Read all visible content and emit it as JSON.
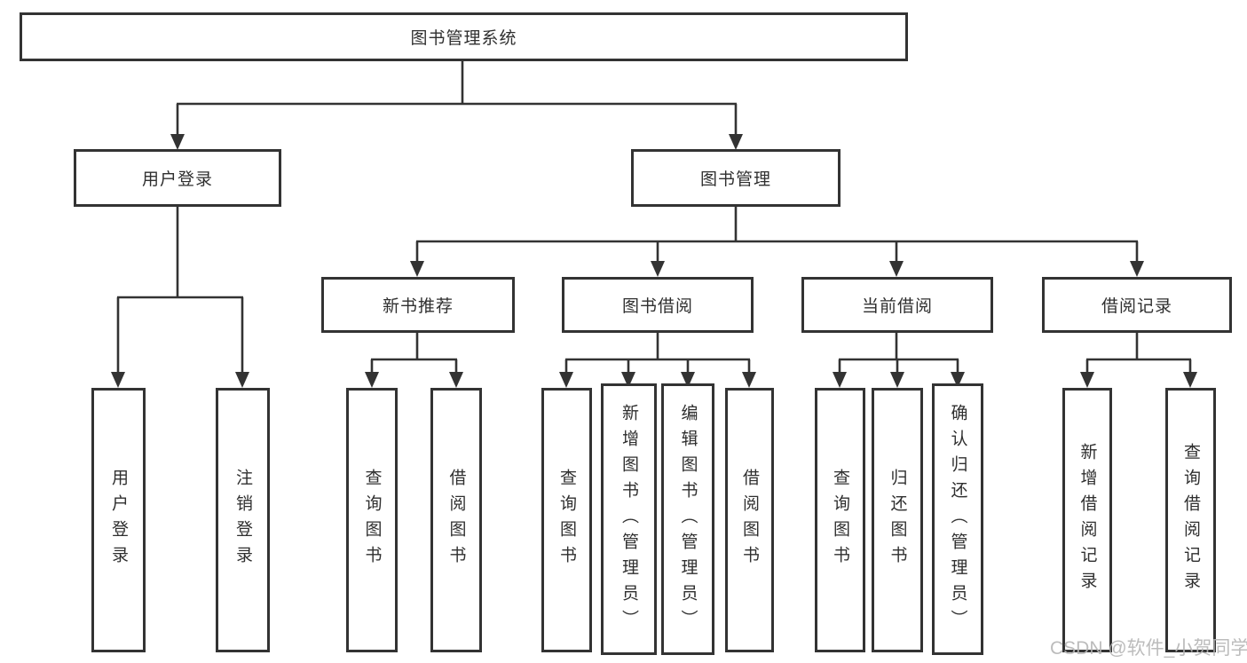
{
  "tree": {
    "root": {
      "label": "图书管理系统"
    },
    "branches": [
      {
        "label": "用户登录",
        "children": [
          {
            "label": "用户登录"
          },
          {
            "label": "注销登录"
          }
        ]
      },
      {
        "label": "图书管理",
        "sections": [
          {
            "label": "新书推荐",
            "children": [
              {
                "label": "查询图书"
              },
              {
                "label": "借阅图书"
              }
            ]
          },
          {
            "label": "图书借阅",
            "children": [
              {
                "label": "查询图书"
              },
              {
                "label": "新增图书（管理员）"
              },
              {
                "label": "编辑图书（管理员）"
              },
              {
                "label": "借阅图书"
              }
            ]
          },
          {
            "label": "当前借阅",
            "children": [
              {
                "label": "查询图书"
              },
              {
                "label": "归还图书"
              },
              {
                "label": "确认归还（管理员）"
              }
            ]
          },
          {
            "label": "借阅记录",
            "children": [
              {
                "label": "新增借阅记录"
              },
              {
                "label": "查询借阅记录"
              }
            ]
          }
        ]
      }
    ]
  },
  "watermark": {
    "text": "CSDN @软件_小贺同学"
  },
  "colors": {
    "line": "#333333",
    "box_border": "#333333",
    "text": "#2f2f2f",
    "watermark": "#b5b5b5",
    "background": "#ffffff"
  }
}
